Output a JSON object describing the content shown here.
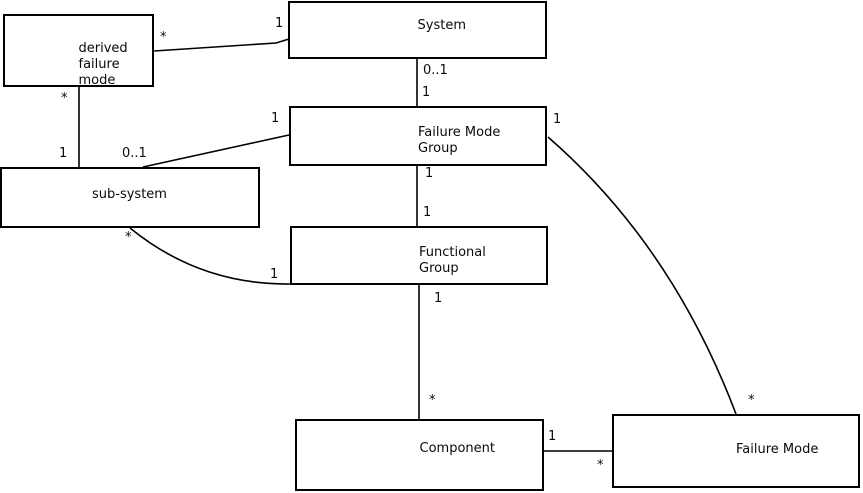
{
  "diagram": {
    "type": "uml-class-diagram",
    "boxes": {
      "derived_failure_mode": {
        "label": "derived\nfailure\nmode"
      },
      "system": {
        "label": "System"
      },
      "failure_mode_group": {
        "label": "Failure Mode\nGroup"
      },
      "sub_system": {
        "label": "sub-system"
      },
      "functional_group": {
        "label": "Functional\nGroup"
      },
      "component": {
        "label": "Component"
      },
      "failure_mode": {
        "label": "Failure Mode"
      }
    },
    "edges": [
      {
        "from": "derived_failure_mode",
        "to": "system",
        "from_label": "*",
        "to_label": "1"
      },
      {
        "from": "system",
        "to": "failure_mode_group",
        "from_label": "0..1",
        "to_label": "1"
      },
      {
        "from": "derived_failure_mode",
        "to": "sub_system",
        "from_label": "*",
        "to_label": "1"
      },
      {
        "from": "failure_mode_group",
        "to": "sub_system",
        "from_label": "1",
        "to_label": "0..1"
      },
      {
        "from": "failure_mode_group",
        "to": "functional_group",
        "from_label": "1",
        "to_label": "1"
      },
      {
        "from": "sub_system",
        "to": "functional_group",
        "from_label": "*",
        "to_label": "1"
      },
      {
        "from": "functional_group",
        "to": "component",
        "from_label": "1",
        "to_label": "*"
      },
      {
        "from": "component",
        "to": "failure_mode",
        "from_label": "1",
        "to_label": "*"
      },
      {
        "from": "failure_mode_group",
        "to": "failure_mode",
        "from_label": "1",
        "to_label": "*"
      }
    ],
    "colors": {
      "line": "#000000",
      "background": "#ffffff",
      "box_border": "#000000"
    }
  }
}
